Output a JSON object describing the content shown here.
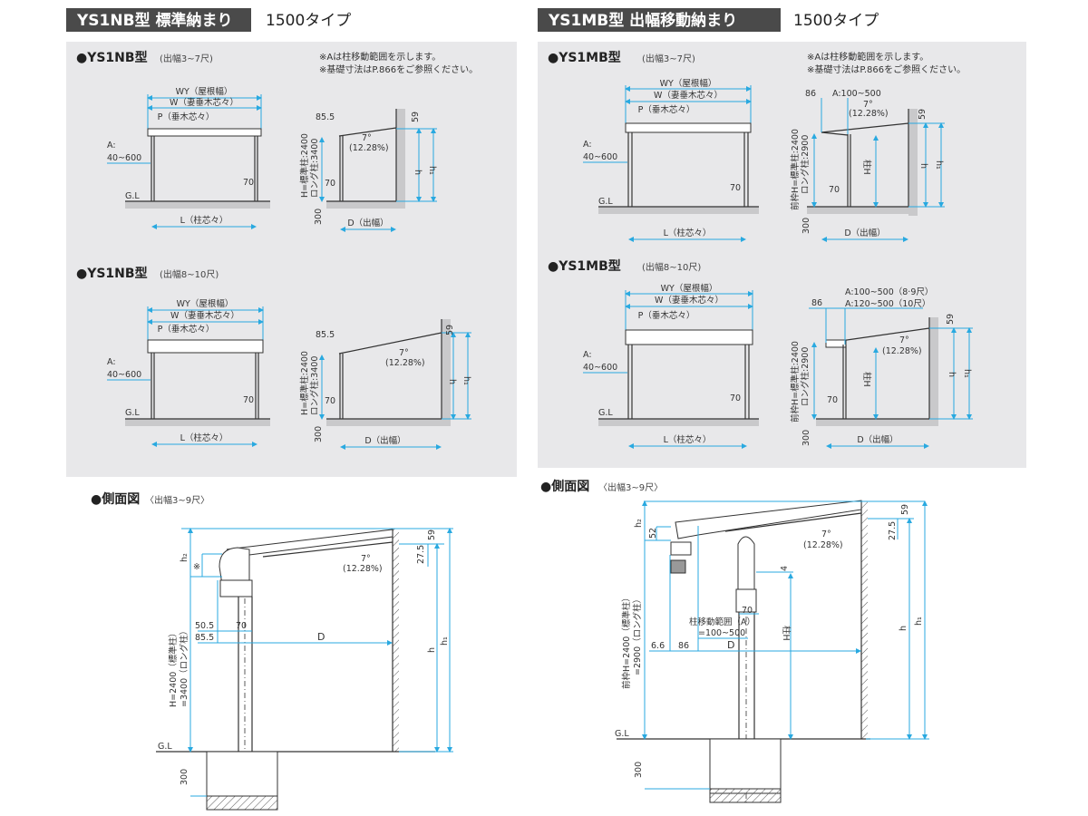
{
  "left": {
    "header": "YS1NB型 標準納まり",
    "type_label": "1500タイプ",
    "notes": [
      "※Aは柱移動範囲を示します。",
      "※基礎寸法はP.866をご参照ください。"
    ],
    "diagrams": [
      {
        "title": "●YS1NB型",
        "range": "(出幅3~7尺)",
        "wy": "WY（屋根幅）",
        "w": "W（妻垂木芯々）",
        "p": "P（垂木芯々）",
        "a1": "A:",
        "a2": "40~600",
        "d70": "70",
        "gl": "G.L",
        "l": "L（柱芯々）",
        "s855": "85.5",
        "angle": "7°",
        "pct": "(12.28%)",
        "s59": "59",
        "h": "h",
        "h1": "h₁",
        "post_h": "H=標準柱:2400",
        "post_long": "ロング柱:3400",
        "s70": "70",
        "s300": "300",
        "d": "D（出幅）"
      },
      {
        "title": "●YS1NB型",
        "range": "(出幅8~10尺)",
        "wy": "WY（屋根幅）",
        "w": "W（妻垂木芯々）",
        "p": "P（垂木芯々）",
        "a1": "A:",
        "a2": "40~600",
        "d70": "70",
        "gl": "G.L",
        "l": "L（柱芯々）",
        "s855": "85.5",
        "angle": "7°",
        "pct": "(12.28%)",
        "s59": "59",
        "h": "h",
        "h1": "h₁",
        "post_h": "H=標準柱:2400",
        "post_long": "ロング柱:3400",
        "s70": "70",
        "s300": "300",
        "d": "D（出幅）"
      }
    ],
    "side": {
      "title": "●側面図",
      "range": "〈出幅3~9尺〉",
      "h2": "h₂",
      "mark": "※",
      "s505": "50.5",
      "s855": "85.5",
      "s70": "70",
      "d": "D",
      "angle": "7°",
      "pct": "(12.28%)",
      "s275": "27.5",
      "s59": "59",
      "h": "h",
      "h1": "h₁",
      "post": "H=2400（標準柱）",
      "post_long": "=3400（ロング柱）",
      "gl": "G.L",
      "s300": "300"
    }
  },
  "right": {
    "header": "YS1MB型 出幅移動納まり",
    "type_label": "1500タイプ",
    "notes": [
      "※Aは柱移動範囲を示します。",
      "※基礎寸法はP.866をご参照ください。"
    ],
    "diagrams": [
      {
        "title": "●YS1MB型",
        "range": "(出幅3~7尺)",
        "wy": "WY（屋根幅）",
        "w": "W（妻垂木芯々）",
        "p": "P（垂木芯々）",
        "a1": "A:",
        "a2": "40~600",
        "d70": "70",
        "gl": "G.L",
        "l": "L（柱芯々）",
        "s86": "86",
        "arange": "A:100~500",
        "arange2": "",
        "angle": "7°",
        "pct": "(12.28%)",
        "s59": "59",
        "h": "h",
        "h1": "h₁",
        "post_h": "前枠H=標準柱:2400",
        "post_long": "ロング柱:2900",
        "pillar": "柱H",
        "s70": "70",
        "s300": "300",
        "d": "D（出幅）"
      },
      {
        "title": "●YS1MB型",
        "range": "(出幅8~10尺)",
        "wy": "WY（屋根幅）",
        "w": "W（妻垂木芯々）",
        "p": "P（垂木芯々）",
        "a1": "A:",
        "a2": "40~600",
        "d70": "70",
        "gl": "G.L",
        "l": "L（柱芯々）",
        "s86": "86",
        "arange": "A:100~500（8·9尺）",
        "arange2": "A:120~500（10尺）",
        "angle": "7°",
        "pct": "(12.28%)",
        "s59": "59",
        "h": "h",
        "h1": "h₁",
        "post_h": "前枠H=標準柱:2400",
        "post_long": "ロング柱:2900",
        "pillar": "柱H",
        "s70": "70",
        "s300": "300",
        "d": "D（出幅）"
      }
    ],
    "side": {
      "title": "●側面図",
      "range": "〈出幅3~9尺〉",
      "h2": "h₂",
      "s52": "52",
      "s4": "4",
      "s70": "70",
      "move1": "柱移動範囲（A）",
      "move2": "=100~500",
      "s66": "6.6",
      "s86": "86",
      "d": "D",
      "pillar": "柱H",
      "angle": "7°",
      "pct": "(12.28%)",
      "s275": "27.5",
      "s59": "59",
      "h": "h",
      "h1": "h₁",
      "post": "前枠H=2400（標準柱）",
      "post_long": "=2900（ロング柱）",
      "gl": "G.L",
      "s300": "300"
    }
  },
  "colors": {
    "dimension": "#29a9e0",
    "header_bg": "#4a4a4a",
    "panel_bg": "#e8e8ea"
  }
}
